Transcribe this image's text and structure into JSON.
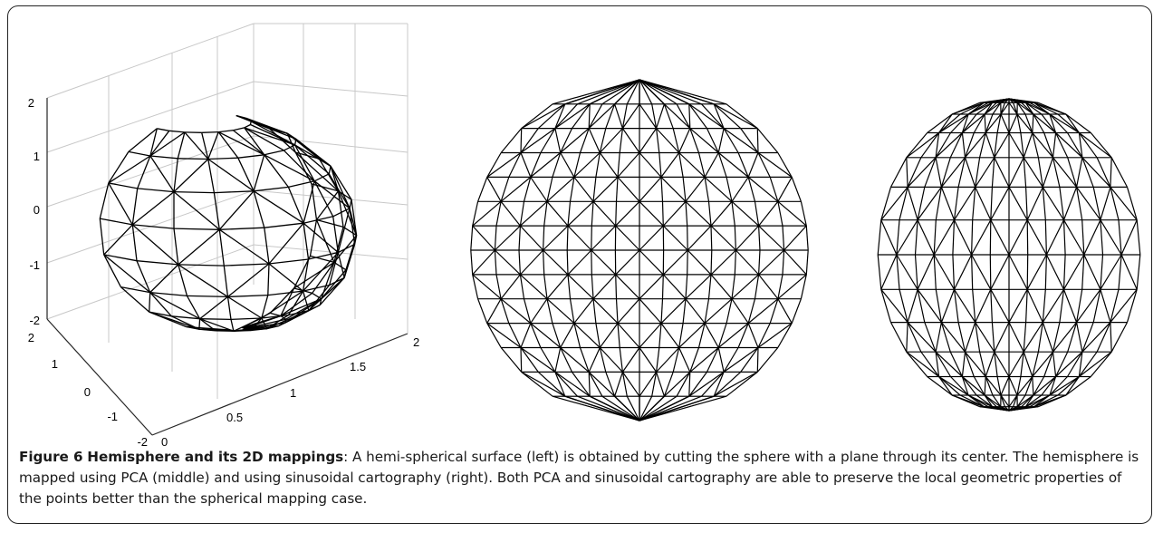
{
  "figure": {
    "label": "Figure 6",
    "title": "Hemisphere and its 2D mappings",
    "caption_text": ": A hemi-spherical surface (left) is obtained by cutting the sphere with a plane through its center. The hemisphere is mapped using PCA (middle) and using sinusoidal cartography (right). Both PCA and sinusoidal cartography are able to preserve the local geometric properties of the points better than the spherical mapping case."
  },
  "panels": {
    "left": {
      "z_ticks": [
        "2",
        "1",
        "0",
        "-1",
        "-2"
      ],
      "y_ticks": [
        "2",
        "1",
        "0",
        "-1",
        "-2"
      ],
      "x_ticks": [
        "0",
        "0.5",
        "1",
        "1.5",
        "2"
      ]
    }
  },
  "colors": {
    "mesh": "#000000",
    "axes": "#262626",
    "grid": "#c8c8c8",
    "frame": "#222222"
  }
}
